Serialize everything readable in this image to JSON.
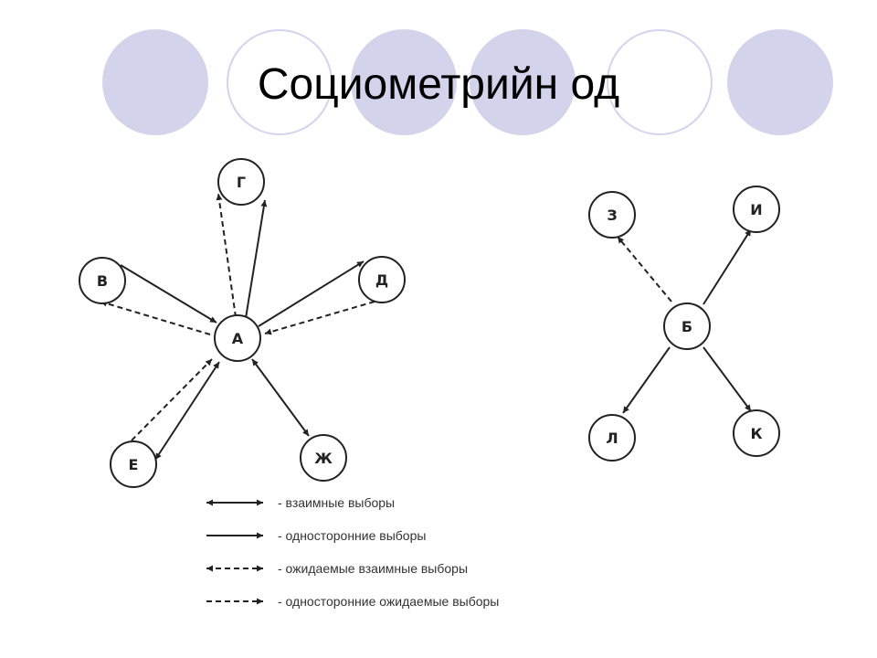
{
  "title": "Социометрийн од",
  "colors": {
    "deco_fill": "#d3d3ec",
    "deco_ring": "#d3d3ec",
    "line": "#222222"
  },
  "nodes": {
    "A": "А",
    "B": "Б",
    "V": "В",
    "G": "Г",
    "D": "Д",
    "E": "Е",
    "ZH": "Ж",
    "Z": "З",
    "I": "И",
    "L": "Л",
    "K": "К"
  },
  "legend": [
    {
      "type": "mutual",
      "label": "- взаимные выборы"
    },
    {
      "type": "one-way",
      "label": "- односторонние выборы"
    },
    {
      "type": "expected-mutual",
      "label": "- ожидаемые взаимные выборы"
    },
    {
      "type": "expected-one-way",
      "label": "- односторонние ожидаемые выборы"
    }
  ]
}
